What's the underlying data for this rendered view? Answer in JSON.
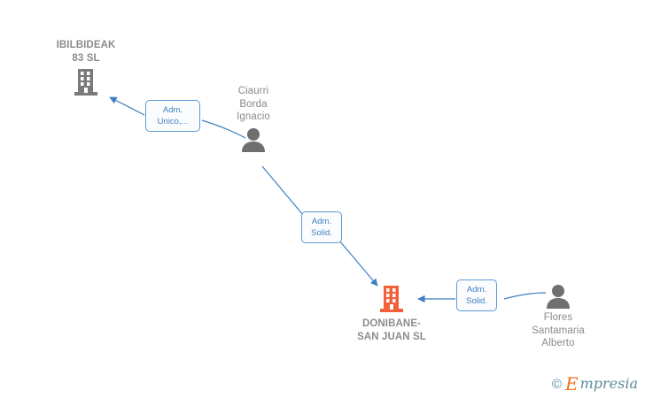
{
  "diagram": {
    "type": "corporate-relationship-graph",
    "background_color": "#ffffff",
    "edge_color": "#3f7fc1",
    "company_icon_color_gray": "#7a7a7a",
    "company_icon_color_orange": "#f4603a",
    "person_icon_color": "#6f6f6f",
    "label_text_color": "#8a8a8a",
    "badge_text_color": "#3f7fc1",
    "badge_border_color": "#5b9bd5"
  },
  "nodes": [
    {
      "id": "ibilbideak",
      "kind": "company",
      "icon": "building-icon",
      "icon_color": "#7a7a7a",
      "label": "IBILBIDEAK\n83  SL",
      "label_position": "top"
    },
    {
      "id": "ciaurri",
      "kind": "person",
      "icon": "person-icon",
      "icon_color": "#6f6f6f",
      "label": "Ciaurri\nBorda\nIgnacio",
      "label_position": "top"
    },
    {
      "id": "donibane",
      "kind": "company",
      "icon": "building-icon",
      "icon_color": "#f4603a",
      "label": "DONIBANE-\nSAN JUAN  SL",
      "label_position": "bottom"
    },
    {
      "id": "flores",
      "kind": "person",
      "icon": "person-icon",
      "icon_color": "#6f6f6f",
      "label": "Flores\nSantamaria\nAlberto",
      "label_position": "bottom"
    }
  ],
  "edges": [
    {
      "id": "edge-ciaurri-ibilbideak",
      "from": "ciaurri",
      "to": "ibilbideak",
      "badge": "Adm.\nUnico,..."
    },
    {
      "id": "edge-ciaurri-donibane",
      "from": "ciaurri",
      "to": "donibane",
      "badge": "Adm.\nSolid."
    },
    {
      "id": "edge-flores-donibane",
      "from": "flores",
      "to": "donibane",
      "badge": "Adm.\nSolid."
    }
  ],
  "footer": {
    "copyright_symbol": "©",
    "brand_initial": "E",
    "brand_rest": "mpresia"
  }
}
